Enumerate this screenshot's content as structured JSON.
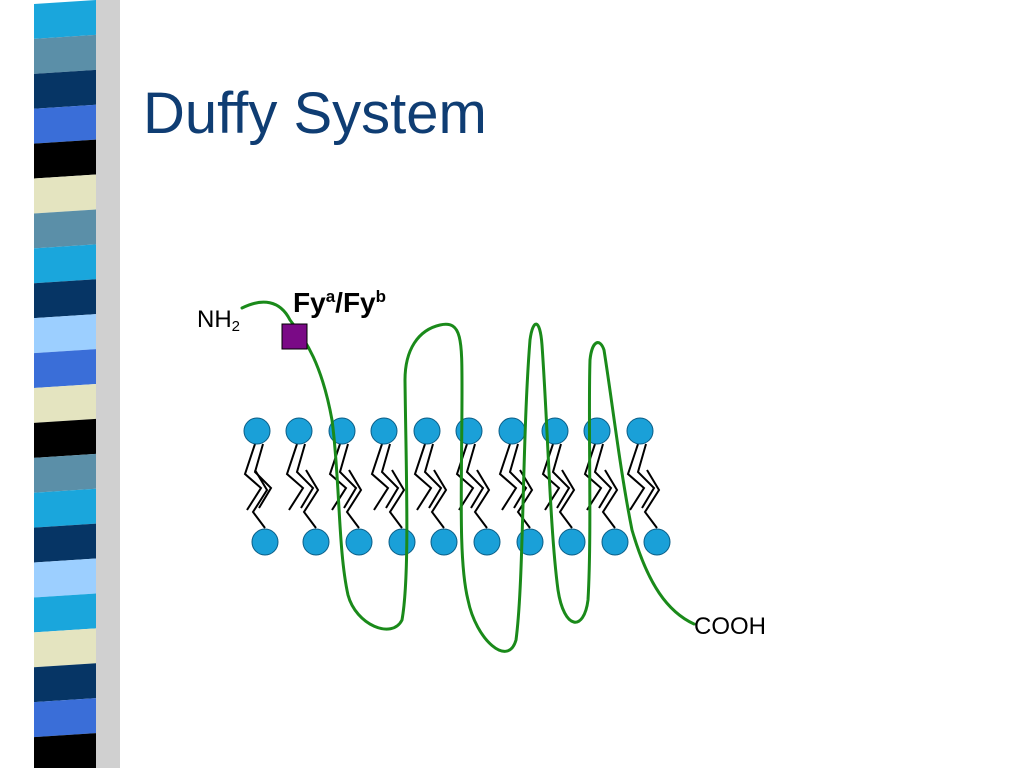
{
  "title": "Duffy System",
  "labels": {
    "nh2_base": "NH",
    "nh2_sub": "2",
    "antigen_a_base": "Fy",
    "antigen_a_sup": "a",
    "separator": "/",
    "antigen_b_base": "Fy",
    "antigen_b_sup": "b",
    "cooh": "COOH"
  },
  "colors": {
    "title": "#0f3d73",
    "protein_chain": "#1a8a1a",
    "antigen_site": "#7a0a86",
    "lipid_head": "#1aa0d8"
  },
  "stripe_colors": [
    "#1aa6dc",
    "#5b8fa8",
    "#063565",
    "#3a6ed8",
    "#000000",
    "#e4e4c0",
    "#5b8fa8",
    "#1aa6dc",
    "#063565",
    "#9ccfff",
    "#3a6ed8",
    "#e4e4c0",
    "#000000",
    "#5b8fa8",
    "#1aa6dc",
    "#063565",
    "#9ccfff",
    "#1aa6dc",
    "#e4e4c0",
    "#063565",
    "#3a6ed8",
    "#000000"
  ]
}
